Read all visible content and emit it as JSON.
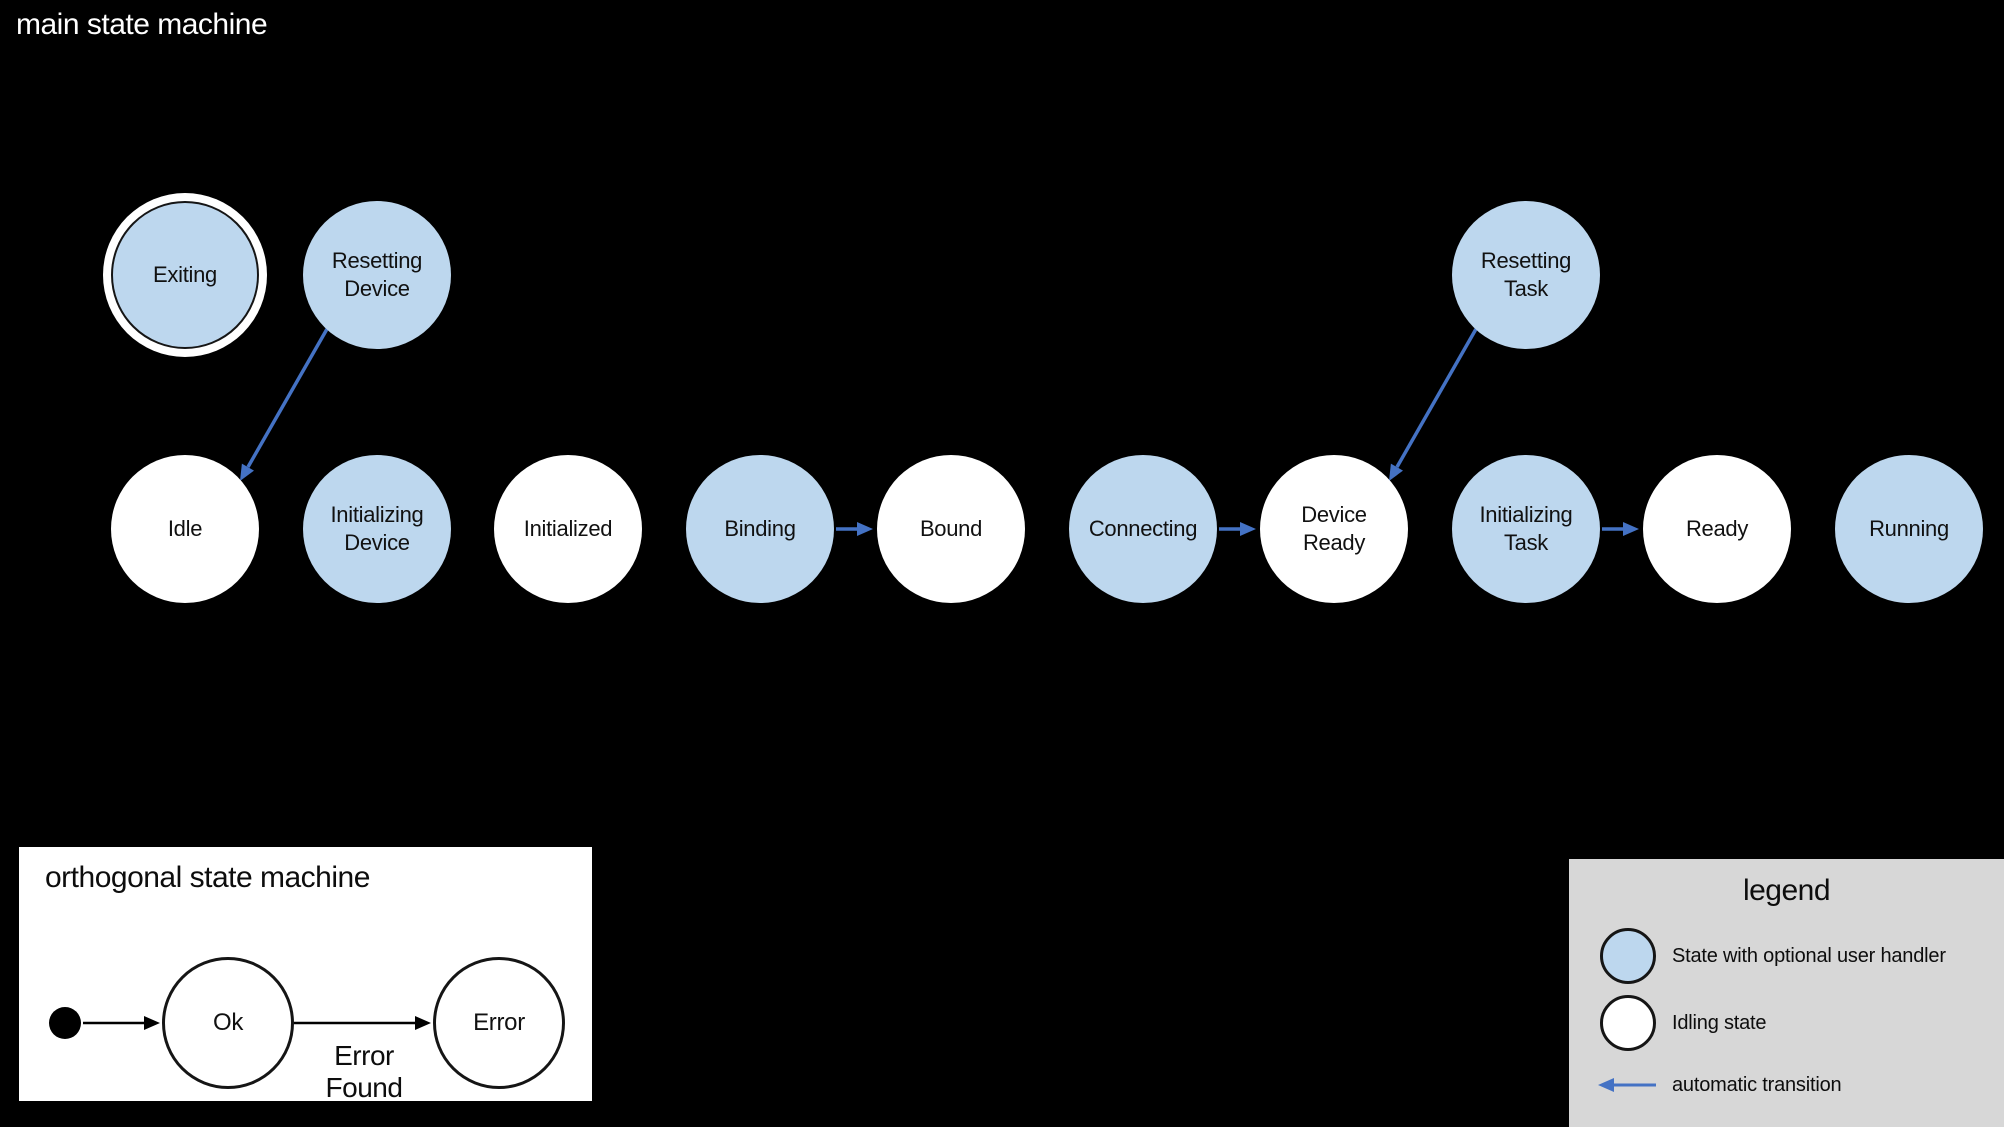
{
  "colors": {
    "background": "#000000",
    "handler_state_fill": "#bdd7ee",
    "idling_state_fill": "#ffffff",
    "transition_blue": "#4472c4",
    "legend_background": "#d7d7d7",
    "diagram_text": "#111111",
    "title_text": "#ffffff"
  },
  "main_machine": {
    "title": "main state machine",
    "states": [
      {
        "label": "Exiting",
        "kind": "handler",
        "final": true
      },
      {
        "label": "Resetting\nDevice",
        "kind": "handler"
      },
      {
        "label": "Resetting\nTask",
        "kind": "handler"
      },
      {
        "label": "Idle",
        "kind": "idling"
      },
      {
        "label": "Initializing\nDevice",
        "kind": "handler"
      },
      {
        "label": "Initialized",
        "kind": "idling"
      },
      {
        "label": "Binding",
        "kind": "handler"
      },
      {
        "label": "Bound",
        "kind": "idling"
      },
      {
        "label": "Connecting",
        "kind": "handler"
      },
      {
        "label": "Device\nReady",
        "kind": "idling"
      },
      {
        "label": "Initializing\nTask",
        "kind": "handler"
      },
      {
        "label": "Ready",
        "kind": "idling"
      },
      {
        "label": "Running",
        "kind": "handler"
      }
    ],
    "transitions": [
      {
        "from": "Resetting Device",
        "to": "Idle",
        "automatic": true
      },
      {
        "from": "Resetting Task",
        "to": "Device Ready",
        "automatic": true
      },
      {
        "from": "Binding",
        "to": "Bound",
        "automatic": true
      },
      {
        "from": "Connecting",
        "to": "Device Ready",
        "automatic": true
      },
      {
        "from": "Initializing Task",
        "to": "Ready",
        "automatic": true
      }
    ]
  },
  "orthogonal_machine": {
    "title": "orthogonal state machine",
    "states": [
      {
        "label": "Ok"
      },
      {
        "label": "Error"
      }
    ],
    "transition_label": "Error Found"
  },
  "legend": {
    "title": "legend",
    "items": [
      {
        "swatch": "handler-state",
        "label": "State with optional user handler"
      },
      {
        "swatch": "idling-state",
        "label": "Idling state"
      },
      {
        "swatch": "automatic-transition-arrow",
        "label": "automatic transition"
      }
    ]
  }
}
